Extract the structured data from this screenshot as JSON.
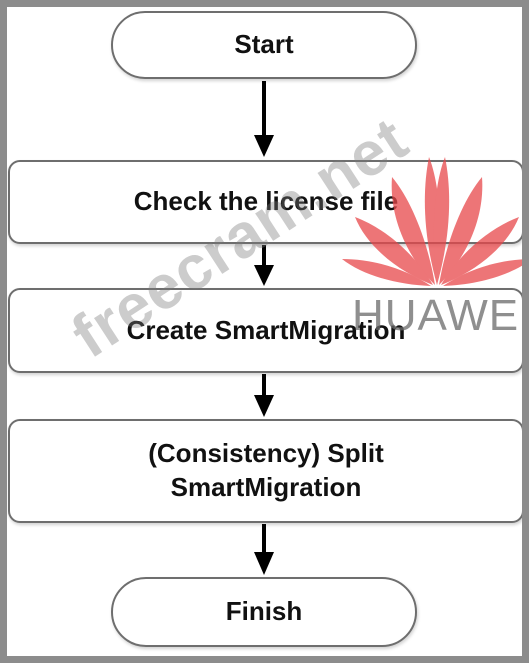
{
  "flowchart": {
    "start": "Start",
    "check_license": "Check the license file",
    "create": "Create SmartMigration",
    "split_line1": "(Consistency) Split",
    "split_line2": "SmartMigration",
    "finish": "Finish"
  },
  "logo": {
    "name": "huawei-logo",
    "text": "HUAWEI",
    "color": "#e8474a"
  },
  "watermark": {
    "text": "freecram.net"
  },
  "colors": {
    "border": "#6e6e6e",
    "frame": "#8c8c8c",
    "text": "#111111",
    "arrow": "#000000"
  }
}
